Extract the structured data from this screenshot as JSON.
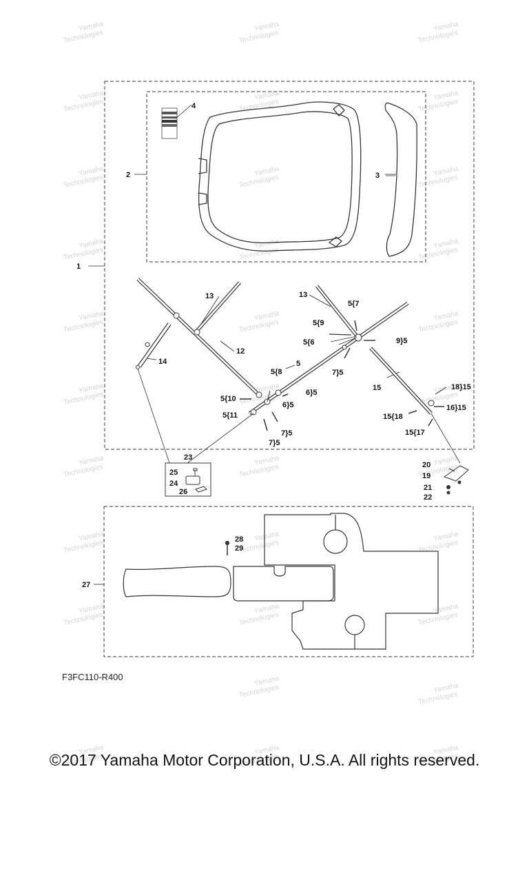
{
  "diagram_code": "F3FC110-R400",
  "copyright": "©2017 Yamaha Motor Corporation, U.S.A. All rights reserved.",
  "watermark": {
    "line1": "Yamaha",
    "line2": "Technologies"
  },
  "callouts": {
    "c1": "1",
    "c2": "2",
    "c3": "3",
    "c4": "4",
    "c5": "5",
    "c12": "12",
    "c13a": "13",
    "c13b": "13",
    "c14": "14",
    "c15": "15",
    "c5_7": "5{7",
    "c5_9": "5{9",
    "c5_6": "5{6",
    "c9_5": "9}5",
    "c7_5a": "7}5",
    "c5_8": "5{8",
    "c6_5a": "6}5",
    "c5_10": "5{10",
    "c6_5b": "6}5",
    "c5_11": "5{11",
    "c7_5b": "7}5",
    "c7_5c": "7}5",
    "c18_15": "18}15",
    "c16_15": "16}15",
    "c15_18": "15{18",
    "c15_17": "15{17",
    "c23": "23",
    "c25": "25",
    "c24": "24",
    "c26": "26",
    "c20": "20",
    "c19": "19",
    "c21": "21",
    "c22": "22",
    "c28": "28",
    "c29": "29",
    "c27": "27"
  }
}
